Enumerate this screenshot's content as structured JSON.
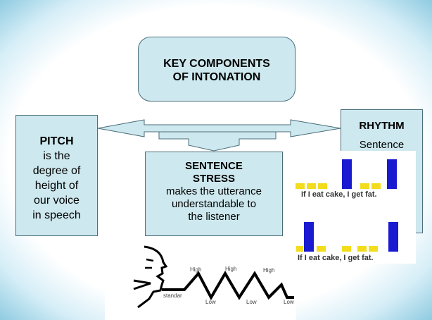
{
  "title": {
    "line1": "KEY COMPONENTS",
    "line2": "OF INTONATION"
  },
  "pitch": {
    "heading": "PITCH",
    "lines": [
      "is the",
      "degree of",
      "height of",
      "our voice",
      "in speech"
    ]
  },
  "stress": {
    "heading1": "SENTENCE",
    "heading2": "STRESS",
    "lines": [
      "makes the utterance",
      "understandable to",
      "the listener"
    ]
  },
  "rhythm": {
    "heading": "RHYTHM",
    "subtitle": "Sentence"
  },
  "rhythm_examples": [
    {
      "sentence": "If I eat cake, I get fat.",
      "bars": [
        "low",
        "low",
        "low",
        "high",
        "low",
        "low",
        "high"
      ]
    },
    {
      "sentence": "If I eat cake, I get fat.",
      "bars": [
        "low",
        "high",
        "low",
        "low",
        "low",
        "low",
        "high"
      ]
    }
  ],
  "pitch_contour": {
    "labels_high": [
      "High",
      "High",
      "High"
    ],
    "labels_low": [
      "Low",
      "Low",
      "Low"
    ],
    "start_label": "standar"
  },
  "colors": {
    "box_fill": "#cde8ee",
    "bar_high": "#1a1ad0",
    "bar_low": "#f2dc1c",
    "arrow_fill": "#cde8ee"
  }
}
